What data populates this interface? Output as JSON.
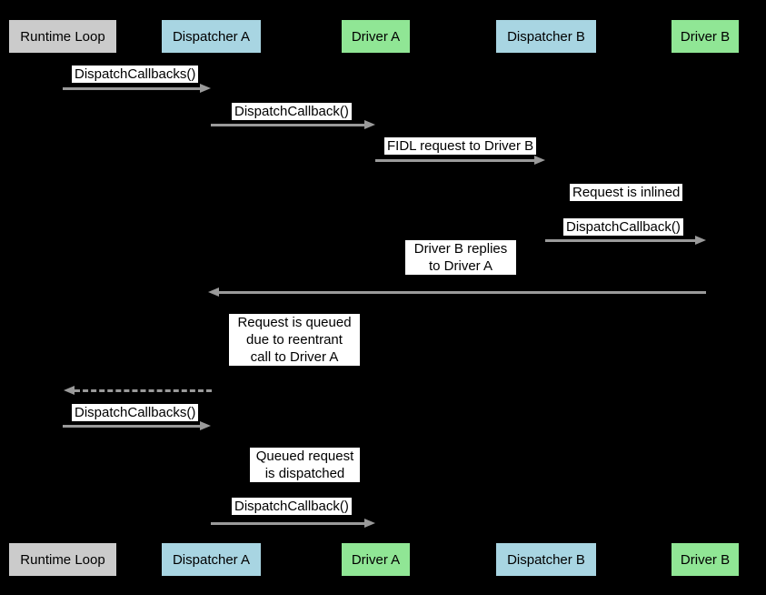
{
  "diagram": {
    "type": "sequence-diagram",
    "background_color": "#000000",
    "arrow_color": "#9a9a9a",
    "label_bg_color": "#ffffff",
    "label_text_color": "#000000",
    "actor_colors": {
      "runtime_loop": "#cbcbcb",
      "dispatcher": "#a8d5e2",
      "driver": "#90e695"
    }
  },
  "actors": [
    {
      "label": "Runtime Loop"
    },
    {
      "label": "Dispatcher A"
    },
    {
      "label": "Driver A"
    },
    {
      "label": "Dispatcher B"
    },
    {
      "label": "Driver B"
    }
  ],
  "messages": [
    {
      "label": "DispatchCallbacks()",
      "from": "Runtime Loop",
      "to": "Dispatcher A",
      "style": "solid"
    },
    {
      "label": "DispatchCallback()",
      "from": "Dispatcher A",
      "to": "Driver A",
      "style": "solid"
    },
    {
      "label": "FIDL request to Driver B",
      "from": "Driver A",
      "to": "Dispatcher B",
      "style": "solid"
    },
    {
      "label": "Request is inlined",
      "type": "note"
    },
    {
      "label": "DispatchCallback()",
      "from": "Dispatcher B",
      "to": "Driver B",
      "style": "solid"
    },
    {
      "label": "Driver B replies\nto Driver A",
      "from": "Driver B",
      "to": "Dispatcher A",
      "style": "solid"
    },
    {
      "label": "Request is queued\ndue to reentrant\ncall to Driver A",
      "type": "note"
    },
    {
      "label": "",
      "from": "Dispatcher A",
      "to": "Runtime Loop",
      "style": "dashed"
    },
    {
      "label": "DispatchCallbacks()",
      "from": "Runtime Loop",
      "to": "Dispatcher A",
      "style": "solid"
    },
    {
      "label": "Queued request\nis dispatched",
      "type": "note"
    },
    {
      "label": "DispatchCallback()",
      "from": "Dispatcher A",
      "to": "Driver A",
      "style": "solid"
    }
  ]
}
